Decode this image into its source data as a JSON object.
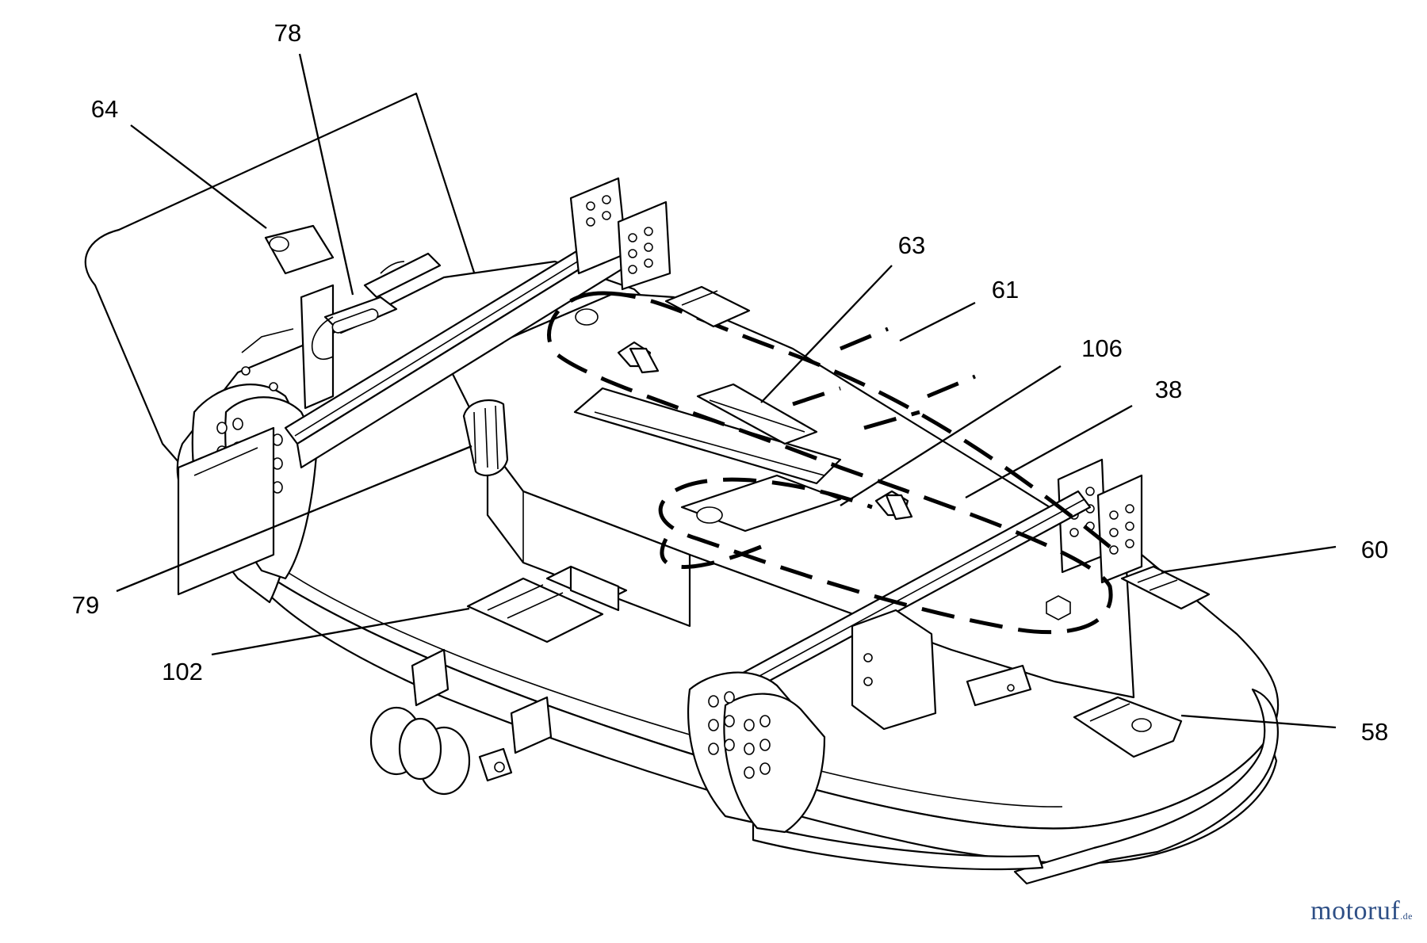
{
  "labels": {
    "l64": "64",
    "l78": "78",
    "l63": "63",
    "l61": "61",
    "l106": "106",
    "l38": "38",
    "l60": "60",
    "l79": "79",
    "l102": "102",
    "l58": "58"
  },
  "watermark": {
    "brand": "motoruf",
    "suffix": ".de"
  }
}
